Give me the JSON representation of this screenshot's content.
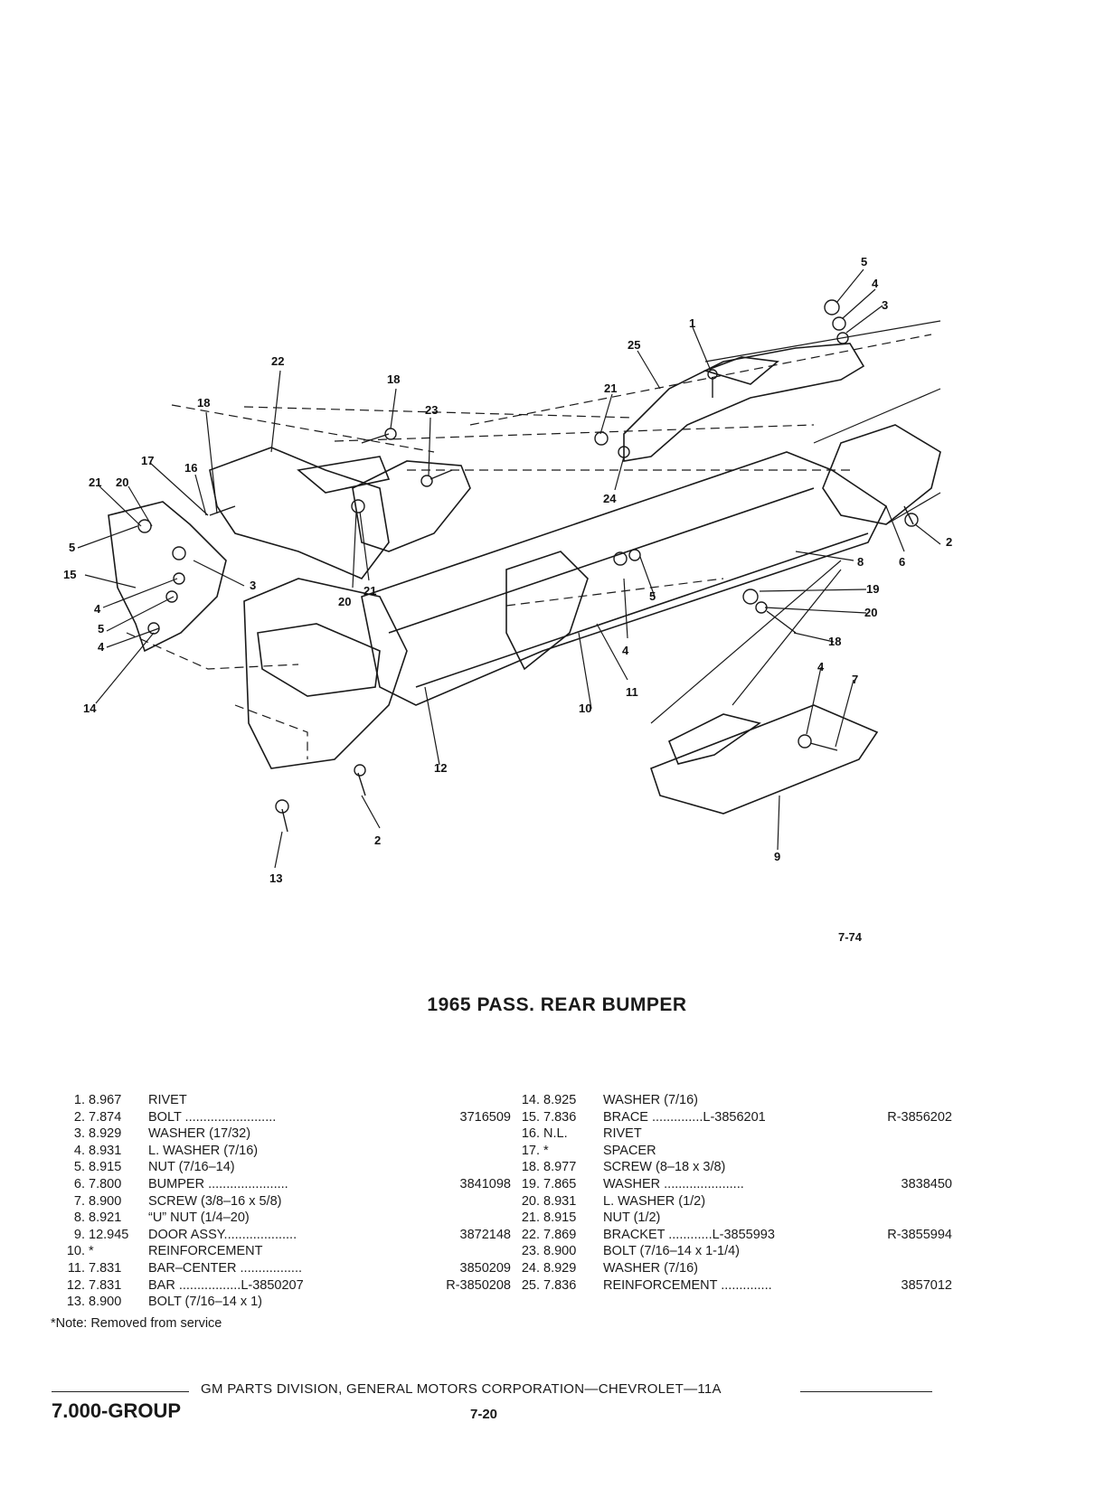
{
  "figure": {
    "id": "7-74",
    "callouts": [
      "1",
      "2",
      "3",
      "4",
      "5",
      "6",
      "7",
      "8",
      "9",
      "10",
      "11",
      "12",
      "13",
      "14",
      "15",
      "16",
      "17",
      "18",
      "19",
      "20",
      "21",
      "22",
      "23",
      "24",
      "25"
    ]
  },
  "title": "1965 PASS. REAR BUMPER",
  "parts_left": [
    {
      "num": "1.",
      "code": "8.967",
      "desc": "RIVET",
      "pno": ""
    },
    {
      "num": "2.",
      "code": "7.874",
      "desc": "BOLT .........................",
      "pno": "3716509"
    },
    {
      "num": "3.",
      "code": "8.929",
      "desc": "WASHER (17/32)",
      "pno": ""
    },
    {
      "num": "4.",
      "code": "8.931",
      "desc": "L. WASHER (7/16)",
      "pno": ""
    },
    {
      "num": "5.",
      "code": "8.915",
      "desc": "NUT (7/16–14)",
      "pno": ""
    },
    {
      "num": "6.",
      "code": "7.800",
      "desc": "BUMPER ......................",
      "pno": "3841098"
    },
    {
      "num": "7.",
      "code": "8.900",
      "desc": "SCREW (3/8–16 x 5/8)",
      "pno": ""
    },
    {
      "num": "8.",
      "code": "8.921",
      "desc": "“U” NUT (1/4–20)",
      "pno": ""
    },
    {
      "num": "9.",
      "code": "12.945",
      "desc": "DOOR ASSY....................",
      "pno": "3872148"
    },
    {
      "num": "10.",
      "code": "  *",
      "desc": "REINFORCEMENT",
      "pno": ""
    },
    {
      "num": "11.",
      "code": "7.831",
      "desc": "BAR–CENTER .................",
      "pno": "3850209"
    },
    {
      "num": "12.",
      "code": "7.831",
      "desc": "BAR .................L-3850207",
      "pno": "R-3850208"
    },
    {
      "num": "13.",
      "code": "8.900",
      "desc": "BOLT (7/16–14 x 1)",
      "pno": ""
    }
  ],
  "parts_right": [
    {
      "num": "14.",
      "code": "8.925",
      "desc": "WASHER (7/16)",
      "pno": ""
    },
    {
      "num": "15.",
      "code": "7.836",
      "desc": "BRACE ..............L-3856201",
      "pno": "R-3856202"
    },
    {
      "num": "16.",
      "code": "N.L.",
      "desc": "RIVET",
      "pno": ""
    },
    {
      "num": "17.",
      "code": "  *",
      "desc": "SPACER",
      "pno": ""
    },
    {
      "num": "18.",
      "code": "8.977",
      "desc": "SCREW (8–18 x 3/8)",
      "pno": ""
    },
    {
      "num": "19.",
      "code": "7.865",
      "desc": "WASHER ......................",
      "pno": "3838450"
    },
    {
      "num": "20.",
      "code": "8.931",
      "desc": "L. WASHER (1/2)",
      "pno": ""
    },
    {
      "num": "21.",
      "code": "8.915",
      "desc": "NUT (1/2)",
      "pno": ""
    },
    {
      "num": "22.",
      "code": "7.869",
      "desc": "BRACKET ............L-3855993",
      "pno": "R-3855994"
    },
    {
      "num": "23.",
      "code": "8.900",
      "desc": "BOLT (7/16–14 x 1-1/4)",
      "pno": ""
    },
    {
      "num": "24.",
      "code": "8.929",
      "desc": "WASHER (7/16)",
      "pno": ""
    },
    {
      "num": "25.",
      "code": "7.836",
      "desc": "REINFORCEMENT ..............",
      "pno": "3857012"
    }
  ],
  "note": "*Note:  Removed from service",
  "footer": {
    "division": "GM PARTS DIVISION,  GENERAL MOTORS CORPORATION—CHEVROLET—11A",
    "group": "7.000-GROUP",
    "page": "7-20"
  }
}
